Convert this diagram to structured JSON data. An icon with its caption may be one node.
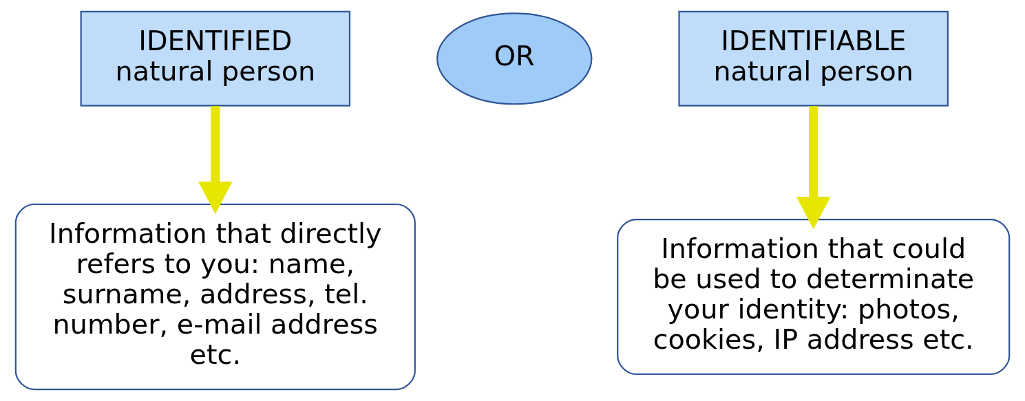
{
  "diagram": {
    "nodes": [
      {
        "text": [
          "IDENTIFIED natural person"
        ]
      },
      {
        "text": [
          "OR"
        ]
      },
      {
        "text": [
          "IDENTIFIABLE natural person"
        ]
      },
      {
        "text": [
          "Information that directly refers to you: name, surname, address, tel. number, e-mail address etc."
        ]
      },
      {
        "text": [
          "Information that could be used to determinate your identity: photos, cookies, IP address etc."
        ]
      }
    ],
    "edges": [
      {
        "from": 0,
        "to": 3,
        "arrow": "to"
      },
      {
        "from": 2,
        "to": 4,
        "arrow": "to"
      }
    ]
  }
}
